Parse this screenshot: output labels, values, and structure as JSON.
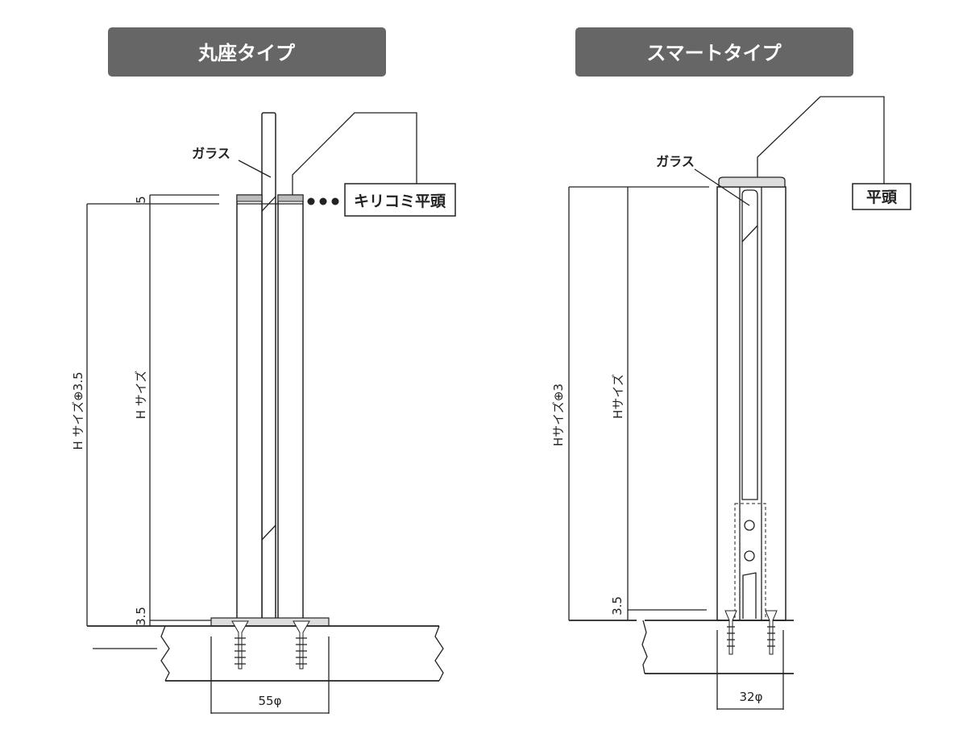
{
  "left": {
    "header": "丸座タイプ",
    "glass_label": "ガラス",
    "callout": "キリコミ平頭",
    "dim_top": "5",
    "dim_bottom": "3.5",
    "dim_outer_height": "H サイズ⊕3.5",
    "dim_inner_height": "H サイズ",
    "dim_base": "55φ"
  },
  "right": {
    "header": "スマートタイプ",
    "glass_label": "ガラス",
    "callout": "平頭",
    "dim_bottom": "3.5",
    "dim_outer_height": "Hサイズ⊕3",
    "dim_inner_height": "Hサイズ",
    "dim_base": "32φ"
  },
  "colors": {
    "header_bg": "#666666",
    "line": "#222222"
  }
}
